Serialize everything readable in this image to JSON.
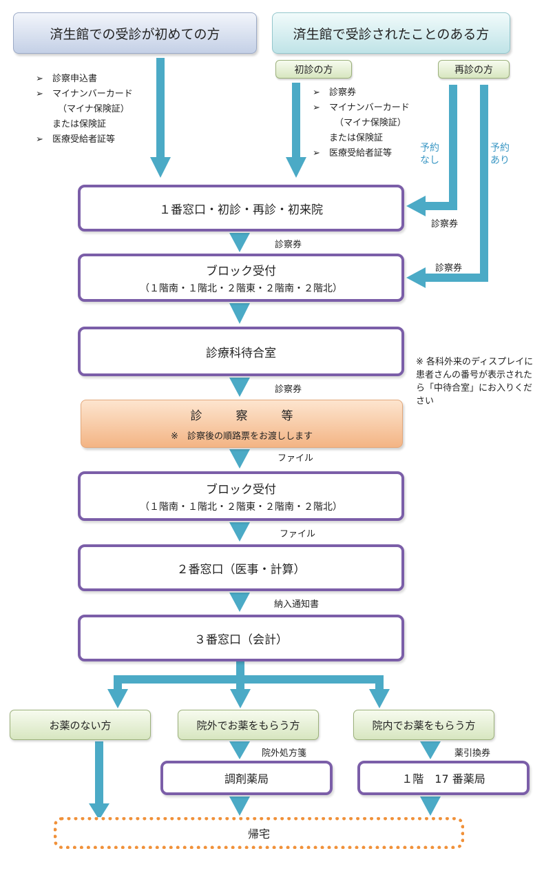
{
  "headers": {
    "first_visit": "済生館での受診が初めての方",
    "returning": "済生館で受診されたことのある方"
  },
  "sub_headers": {
    "shoshin": "初診の方",
    "saishin": "再診の方"
  },
  "docs_first": {
    "bullet": "➢",
    "items": [
      {
        "main": "診察申込書",
        "sub": []
      },
      {
        "main": "マイナンバーカード",
        "sub": [
          "（マイナ保険証）",
          "または保険証"
        ]
      },
      {
        "main": "医療受給者証等",
        "sub": []
      }
    ]
  },
  "docs_shoshin": {
    "bullet": "➢",
    "items": [
      {
        "main": "診察券",
        "sub": []
      },
      {
        "main": "マイナンバーカード",
        "sub": [
          "（マイナ保険証）",
          "または保険証"
        ]
      },
      {
        "main": "医療受給者証等",
        "sub": []
      }
    ]
  },
  "reservation": {
    "none": [
      "予約",
      "なし"
    ],
    "yes": [
      "予約",
      "あり"
    ]
  },
  "steps": {
    "window1": "１番窓口・初診・再診・初来院",
    "block_reception_1": {
      "title": "ブロック受付",
      "sub": "（１階南・１階北・２階東・２階南・２階北）"
    },
    "waiting_room": "診療科待合室",
    "exam": {
      "title": "診　察　等",
      "sub": "※　診察後の順路票をお渡しします"
    },
    "block_reception_2": {
      "title": "ブロック受付",
      "sub": "（１階南・１階北・２階東・２階南・２階北）"
    },
    "window2": "２番窓口（医事・計算）",
    "window3": "３番窓口（会計）"
  },
  "arrow_labels": {
    "card_1": "診察券",
    "card_2": "診察券",
    "card_3": "診察券",
    "card_4": "診察券",
    "file_1": "ファイル",
    "file_2": "ファイル",
    "payment_notice": "納入通知書",
    "outside_prescription": "院外処方箋",
    "medicine_ticket": "薬引換券"
  },
  "note": "※ 各科外来のディスプレイに患者さんの番号が表示されたら「中待合室」にお入りください",
  "destinations": {
    "no_medicine": "お薬のない方",
    "outside_medicine": "院外でお薬をもらう方",
    "inside_medicine": "院内でお薬をもらう方"
  },
  "pharmacies": {
    "outside": "調剤薬局",
    "inside": "１階　17 番薬局"
  },
  "home": "帰宅",
  "colors": {
    "arrow": "#4baac6",
    "step_border": "#7b5ea8",
    "home_border": "#f0913a"
  }
}
